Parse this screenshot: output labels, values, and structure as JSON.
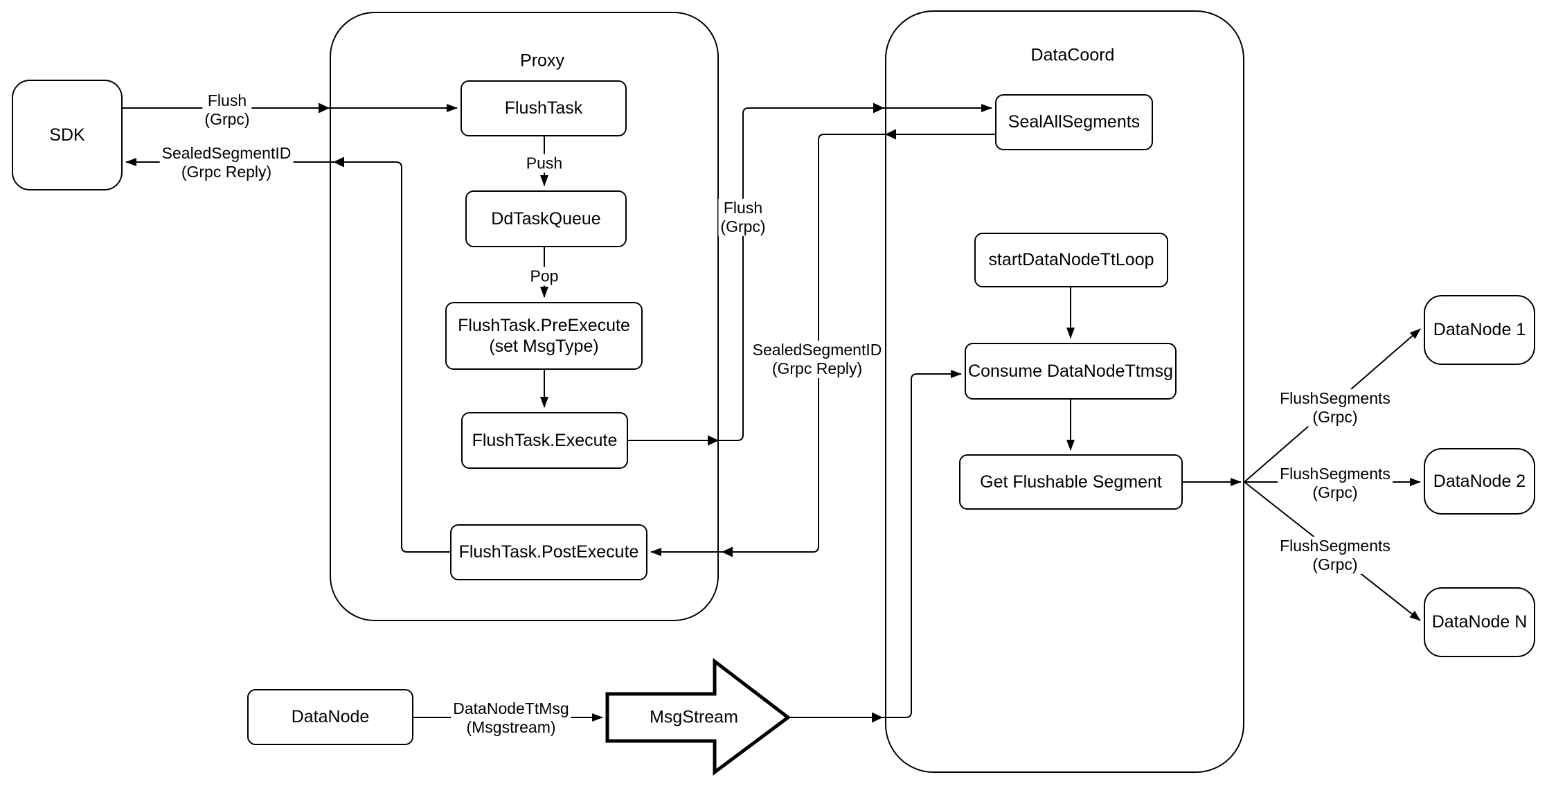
{
  "containers": {
    "proxy": {
      "label": "Proxy"
    },
    "datacoord": {
      "label": "DataCoord"
    }
  },
  "nodes": {
    "sdk": {
      "label": "SDK"
    },
    "flushtask": {
      "label": "FlushTask"
    },
    "ddtaskqueue": {
      "label": "DdTaskQueue"
    },
    "preexecute": {
      "label": "FlushTask.PreExecute",
      "sublabel": "(set MsgType)"
    },
    "execute": {
      "label": "FlushTask.Execute"
    },
    "postexecute": {
      "label": "FlushTask.PostExecute"
    },
    "sealallsegments": {
      "label": "SealAllSegments"
    },
    "startdatanodettloop": {
      "label": "startDataNodeTtLoop"
    },
    "consume": {
      "label": "Consume DataNodeTtmsg"
    },
    "getflushable": {
      "label": "Get Flushable Segment"
    },
    "datanode1": {
      "label": "DataNode 1"
    },
    "datanode2": {
      "label": "DataNode 2"
    },
    "datanoden": {
      "label": "DataNode N"
    },
    "datanode": {
      "label": "DataNode"
    },
    "msgstream": {
      "label": "MsgStream"
    }
  },
  "edge_labels": {
    "flush_sdk": {
      "line1": "Flush",
      "line2": "(Grpc)"
    },
    "sealed_sdk": {
      "line1": "SealedSegmentID",
      "line2": "(Grpc Reply)"
    },
    "push": {
      "line1": "Push"
    },
    "pop": {
      "line1": "Pop"
    },
    "flush_mid": {
      "line1": "Flush",
      "line2": "(Grpc)"
    },
    "sealed_mid": {
      "line1": "SealedSegmentID",
      "line2": "(Grpc Reply)"
    },
    "flushsegments_1": {
      "line1": "FlushSegments",
      "line2": "(Grpc)"
    },
    "flushsegments_2": {
      "line1": "FlushSegments",
      "line2": "(Grpc)"
    },
    "flushsegments_3": {
      "line1": "FlushSegments",
      "line2": "(Grpc)"
    },
    "datanodettmsg": {
      "line1": "DataNodeTtMsg",
      "line2": "(Msgstream)"
    }
  },
  "colors": {
    "stroke": "#000000",
    "background": "#ffffff"
  }
}
